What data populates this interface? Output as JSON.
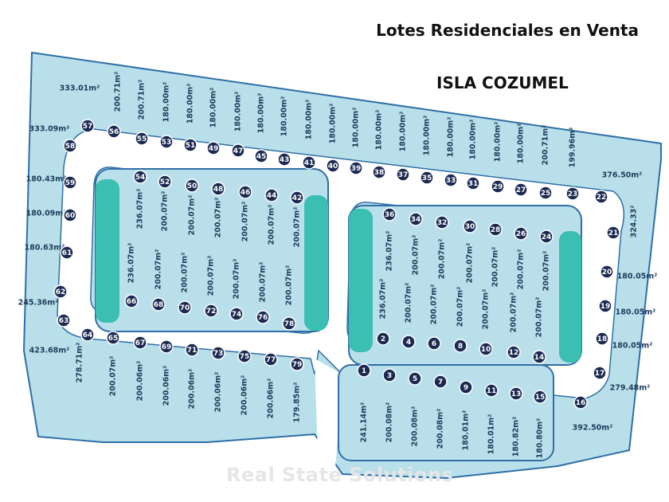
{
  "header": {
    "title": "Lotes Residenciales en Venta",
    "subtitle": "ISLA COZUMEL"
  },
  "watermark": "Real State Solutions",
  "colors": {
    "lot_fill": "#b9e0ea",
    "lot_stroke": "#2f6fa6",
    "road": "#ffffff",
    "green_area": "#3bbfb2",
    "marker": "#1c2a52"
  },
  "lots": [
    {
      "n": "1",
      "area": "241.14m²"
    },
    {
      "n": "2",
      "area": "236.07m²"
    },
    {
      "n": "3",
      "area": "200.08m²"
    },
    {
      "n": "4",
      "area": "200.07m²"
    },
    {
      "n": "5",
      "area": "200.08m²"
    },
    {
      "n": "6",
      "area": "200.07m²"
    },
    {
      "n": "7",
      "area": "200.08m²"
    },
    {
      "n": "8",
      "area": "200.07m²"
    },
    {
      "n": "9",
      "area": "180.01m²"
    },
    {
      "n": "10",
      "area": "200.07m²"
    },
    {
      "n": "11",
      "area": "180.01m²"
    },
    {
      "n": "12",
      "area": "200.07m²"
    },
    {
      "n": "13",
      "area": "180.82m²"
    },
    {
      "n": "14",
      "area": "200.07m²"
    },
    {
      "n": "15",
      "area": "180.80m²"
    },
    {
      "n": "16",
      "area": "392.50m²"
    },
    {
      "n": "17",
      "area": "279.48m²"
    },
    {
      "n": "18",
      "area": "180.05m²"
    },
    {
      "n": "19",
      "area": "180.05m²"
    },
    {
      "n": "20",
      "area": "180.05m²"
    },
    {
      "n": "21",
      "area": "324.33²"
    },
    {
      "n": "22",
      "area": "376.50m²"
    },
    {
      "n": "23",
      "area": "199.96m²"
    },
    {
      "n": "24",
      "area": "200.07m²"
    },
    {
      "n": "25",
      "area": "200.71m²"
    },
    {
      "n": "26",
      "area": "200.07m²"
    },
    {
      "n": "27",
      "area": "180.00m²"
    },
    {
      "n": "28",
      "area": "200.07m²"
    },
    {
      "n": "29",
      "area": "180.00m²"
    },
    {
      "n": "30",
      "area": "200.07m²"
    },
    {
      "n": "31",
      "area": "180.00m²"
    },
    {
      "n": "32",
      "area": "200.07m²"
    },
    {
      "n": "33",
      "area": "180.00m²"
    },
    {
      "n": "34",
      "area": "200.07m²"
    },
    {
      "n": "35",
      "area": "180.00m²"
    },
    {
      "n": "36",
      "area": "236.07m²"
    },
    {
      "n": "37",
      "area": "180.00m²"
    },
    {
      "n": "38",
      "area": "180.00m²"
    },
    {
      "n": "39",
      "area": "180.00m²"
    },
    {
      "n": "40",
      "area": "180.00m²"
    },
    {
      "n": "41",
      "area": "180.00m²"
    },
    {
      "n": "42",
      "area": "200.07m²"
    },
    {
      "n": "43",
      "area": "180.00m²"
    },
    {
      "n": "44",
      "area": "200.07m²"
    },
    {
      "n": "45",
      "area": "180.00m²"
    },
    {
      "n": "46",
      "area": "200.07m²"
    },
    {
      "n": "47",
      "area": "180.00m²"
    },
    {
      "n": "48",
      "area": "200.07m²"
    },
    {
      "n": "49",
      "area": "180.00m²"
    },
    {
      "n": "50",
      "area": "200.07m²"
    },
    {
      "n": "51",
      "area": "180.00m²"
    },
    {
      "n": "52",
      "area": "200.07m²"
    },
    {
      "n": "53",
      "area": "180.00m²"
    },
    {
      "n": "54",
      "area": "236.07m²"
    },
    {
      "n": "55",
      "area": "200.71m²"
    },
    {
      "n": "56",
      "area": "200.71m²"
    },
    {
      "n": "57",
      "area": "333.01m²"
    },
    {
      "n": "58",
      "area": "333.09m²"
    },
    {
      "n": "59",
      "area": "180.43m²"
    },
    {
      "n": "60",
      "area": "180.09m²"
    },
    {
      "n": "61",
      "area": "180.63m²"
    },
    {
      "n": "62",
      "area": "245.36m²"
    },
    {
      "n": "63",
      "area": "423.68m²"
    },
    {
      "n": "64",
      "area": "278.71m²"
    },
    {
      "n": "65",
      "area": "200.07m²"
    },
    {
      "n": "66",
      "area": "236.07m²"
    },
    {
      "n": "67",
      "area": "200.06m²"
    },
    {
      "n": "68",
      "area": "200.07m²"
    },
    {
      "n": "69",
      "area": "200.06m²"
    },
    {
      "n": "70",
      "area": "200.07m²"
    },
    {
      "n": "71",
      "area": "200.06m²"
    },
    {
      "n": "72",
      "area": "200.07m²"
    },
    {
      "n": "73",
      "area": "200.06m²"
    },
    {
      "n": "74",
      "area": "200.07m²"
    },
    {
      "n": "75",
      "area": "200.06m²"
    },
    {
      "n": "76",
      "area": "200.07m²"
    },
    {
      "n": "77",
      "area": "200.06m²"
    },
    {
      "n": "78",
      "area": "200.07m²"
    },
    {
      "n": "79",
      "area": "179.85m²"
    }
  ]
}
